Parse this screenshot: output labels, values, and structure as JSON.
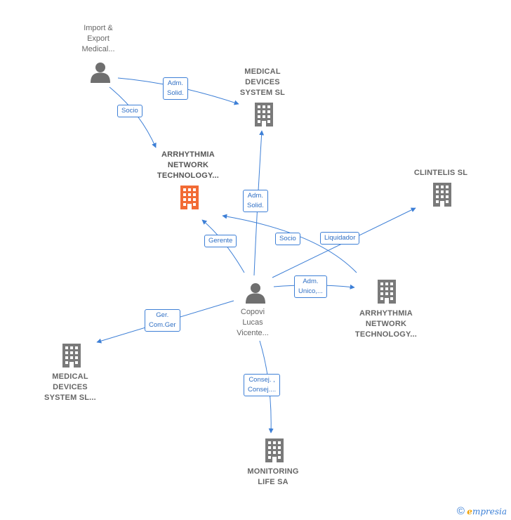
{
  "colors": {
    "edge": "#3d7fd6",
    "building_default": "#7a7a7a",
    "building_main": "#f26b35",
    "person": "#6f6f6f"
  },
  "nodes": {
    "import_export": {
      "label": "Import &\nExport\nMedical...",
      "icon": "person-icon"
    },
    "medical_devices_top": {
      "label": "MEDICAL\nDEVICES\nSYSTEM  SL",
      "icon": "building-icon"
    },
    "arrhythmia_main": {
      "label": "ARRHYTHMIA\nNETWORK\nTECHNOLOGY...",
      "icon": "building-icon"
    },
    "clintelis": {
      "label": "CLINTELIS SL",
      "icon": "building-icon"
    },
    "copovi": {
      "label": "Copovi\nLucas\nVicente...",
      "icon": "person-icon"
    },
    "arrhythmia_right": {
      "label": "ARRHYTHMIA\nNETWORK\nTECHNOLOGY...",
      "icon": "building-icon"
    },
    "medical_devices_bottom": {
      "label": "MEDICAL\nDEVICES\nSYSTEM SL...",
      "icon": "building-icon"
    },
    "monitoring_life": {
      "label": "MONITORING\nLIFE SA",
      "icon": "building-icon"
    }
  },
  "edges": {
    "adm_solid_top": "Adm.\nSolid.",
    "socio_top": "Socio",
    "adm_solid_mid": "Adm.\nSolid.",
    "socio_mid": "Socio",
    "gerente": "Gerente",
    "liquidador": "Liquidador",
    "adm_unico": "Adm.\nUnico,...",
    "ger_com": "Ger.\nCom.Ger",
    "consej": "Consej. ,\nConsej...."
  },
  "brand": {
    "copyright": "©",
    "e": "e",
    "name": "mpresia"
  }
}
